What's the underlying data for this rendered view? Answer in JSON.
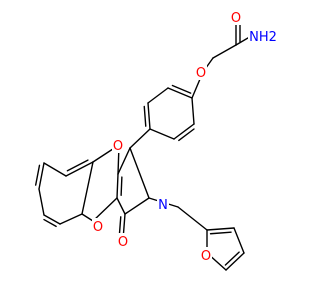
{
  "colors": {
    "bond": "#000000",
    "oxygen": "#ff0000",
    "nitrogen": "#0000ff",
    "background": "#ffffff"
  },
  "atoms": [
    {
      "id": "n_amide",
      "text": "NH2",
      "kind": "nitrogen"
    },
    {
      "id": "o_amide",
      "text": "O",
      "kind": "oxygen"
    },
    {
      "id": "o_ether",
      "text": "O",
      "kind": "oxygen"
    },
    {
      "id": "o_ketone",
      "text": "O",
      "kind": "oxygen"
    },
    {
      "id": "n_ring",
      "text": "N",
      "kind": "nitrogen"
    },
    {
      "id": "o_chromene",
      "text": "O",
      "kind": "oxygen"
    },
    {
      "id": "o_lactam",
      "text": "O",
      "kind": "oxygen"
    },
    {
      "id": "o_furan",
      "text": "O",
      "kind": "oxygen"
    }
  ]
}
